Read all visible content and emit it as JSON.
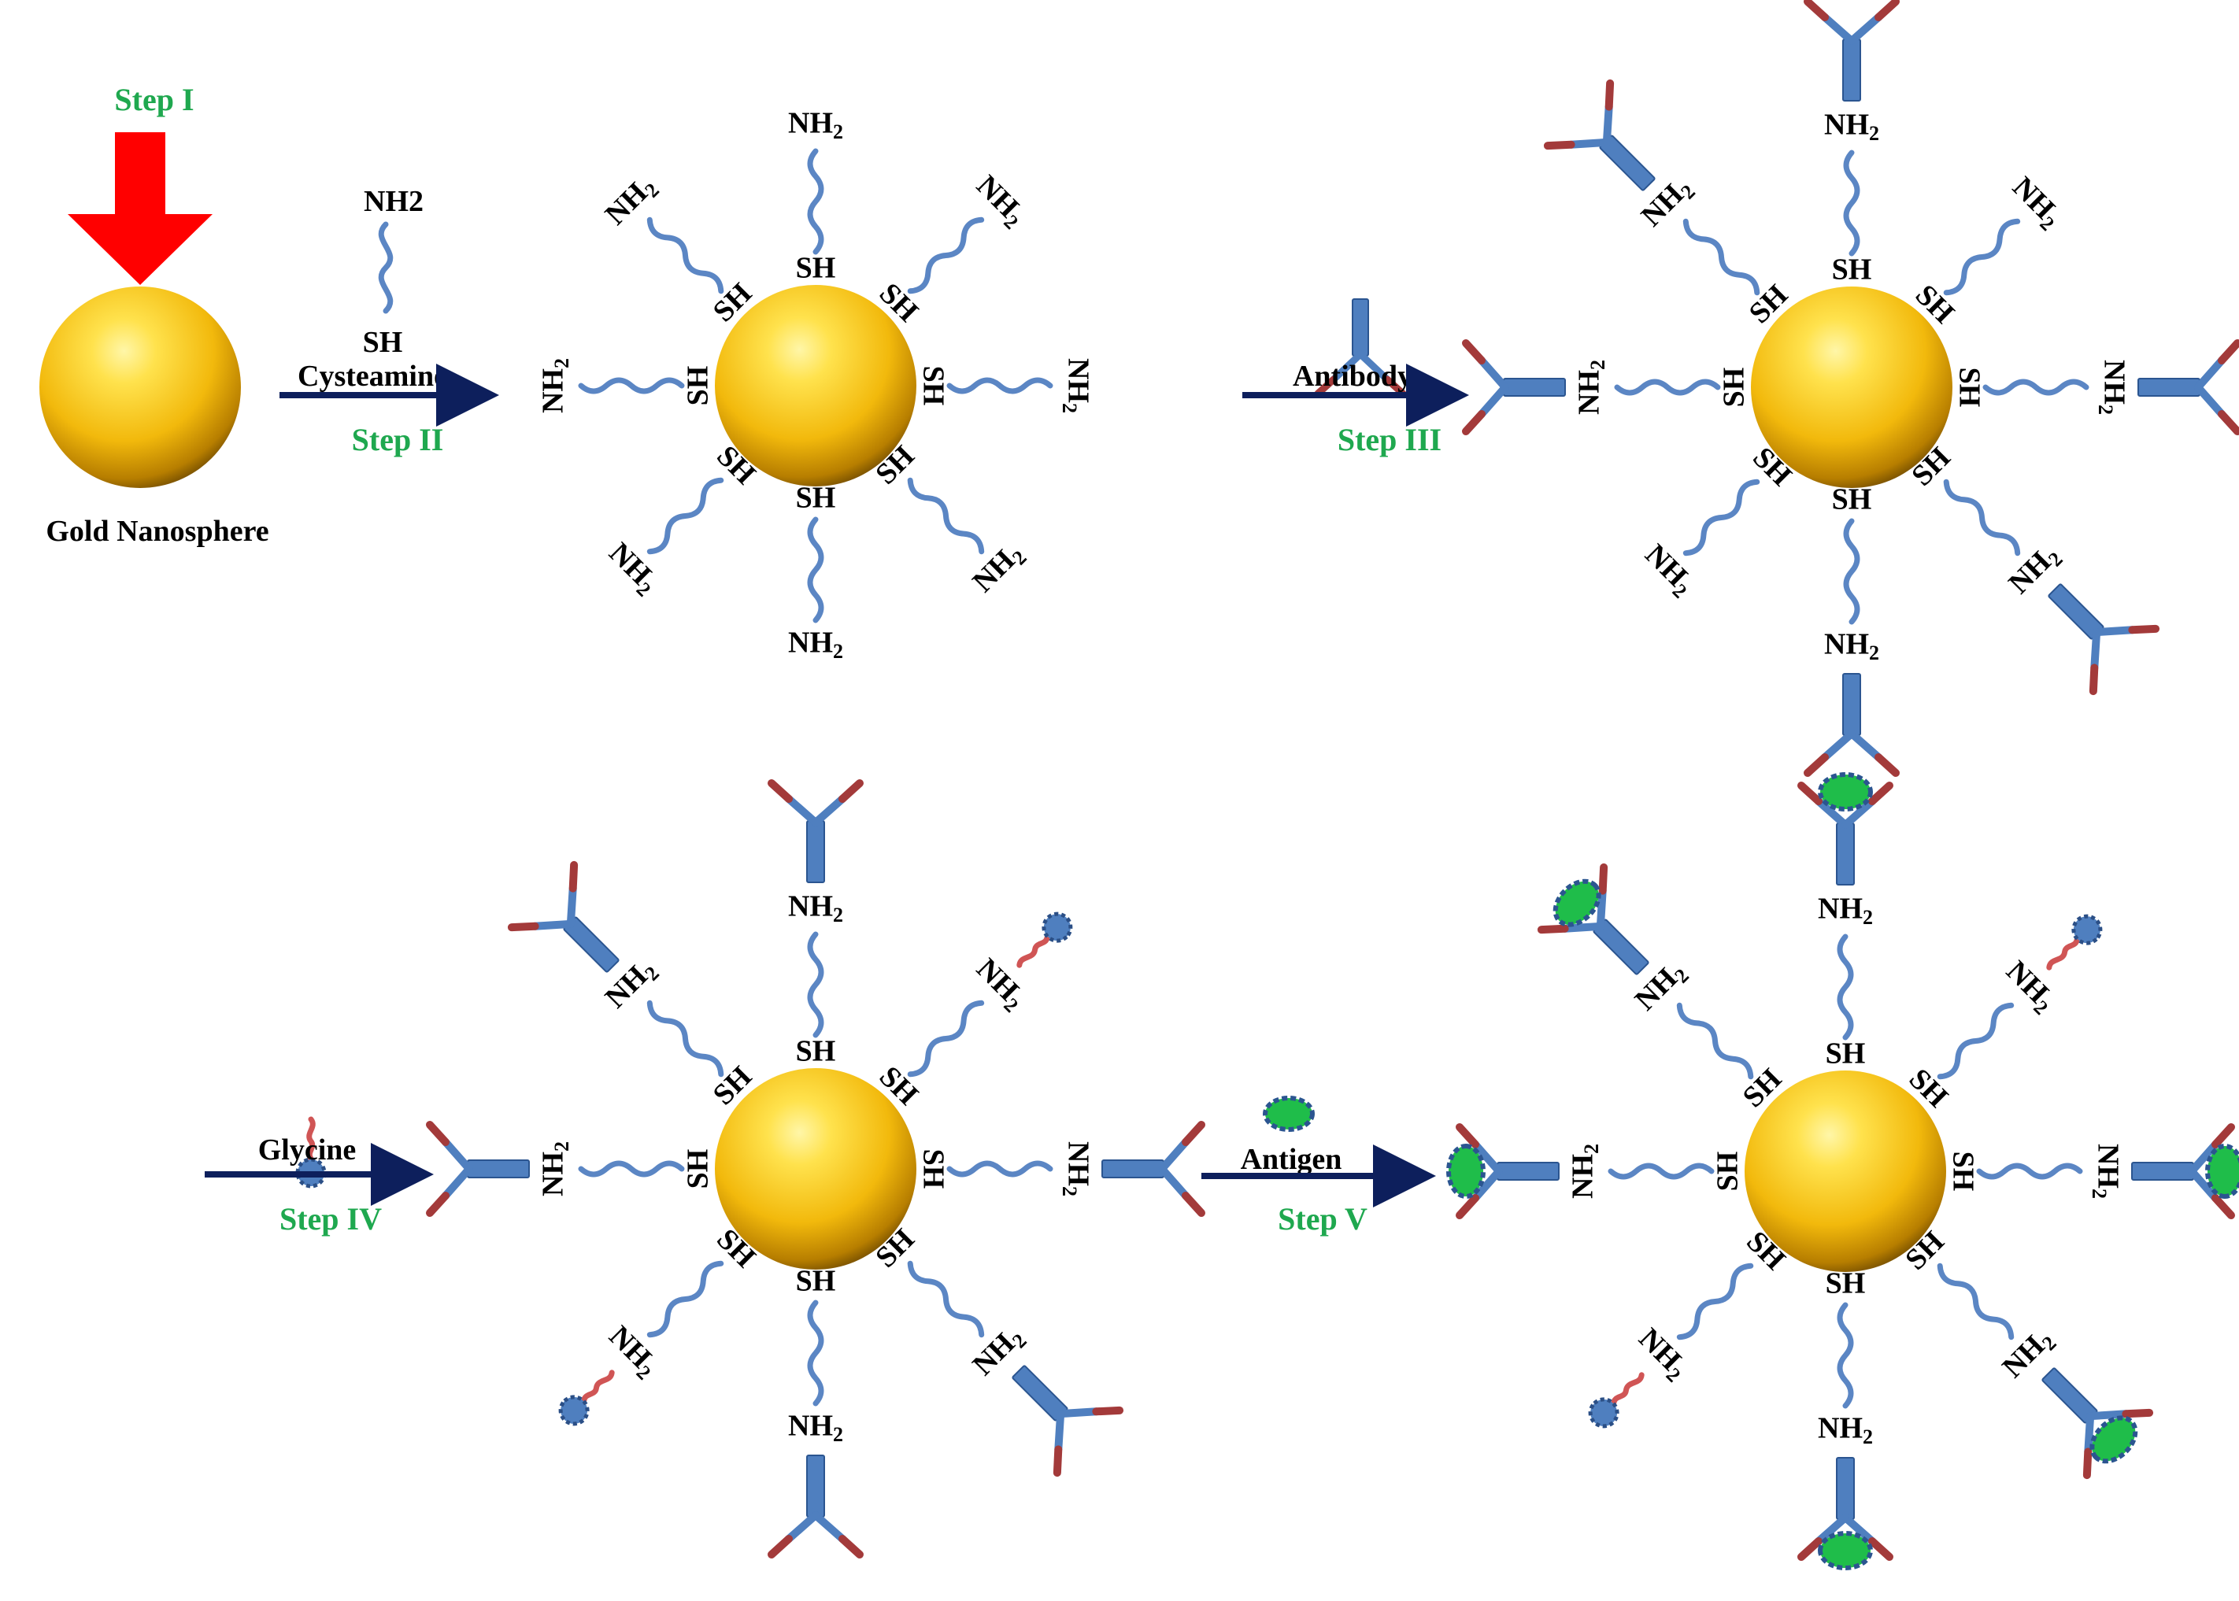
{
  "labels": {
    "step1": "Step  I",
    "step2": "Step II",
    "step3": "Step  III",
    "step4": "Step IV",
    "step5": "Step  V",
    "gold_nanosphere": "Gold Nanosphere",
    "cysteamine": "Cysteamine",
    "antibody": "Antibody",
    "glycine": "Glycine",
    "antigen": "Antigen",
    "nh2_plain": "NH2",
    "sh": "SH",
    "nh": "NH",
    "sub2": "2"
  },
  "colors": {
    "step_text": "#1fa84f",
    "arrow": "#0d1f5c",
    "red_arrow": "#ff0000",
    "linker": "#5b86c4",
    "antibody_body": "#4f7fbf",
    "antibody_tip": "#a33a3a",
    "antigen": "#1fbd4a",
    "glycine_tail": "#d05555",
    "gold_center": "#ffe24d",
    "gold_edge": "#c98d00"
  },
  "icons": [
    "gold-sphere-icon",
    "antibody-icon",
    "antigen-icon",
    "glycine-icon",
    "red-down-arrow-icon"
  ]
}
